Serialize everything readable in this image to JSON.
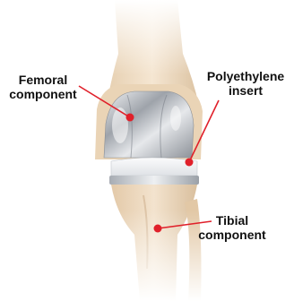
{
  "labels": {
    "femoral": {
      "line1": "Femoral",
      "line2": "component"
    },
    "polyethylene": {
      "line1": "Polyethylene",
      "line2": "insert"
    },
    "tibial": {
      "line1": "Tibial",
      "line2": "component"
    }
  },
  "colors": {
    "pointer": "#e0202a",
    "bone": "#ecd8bd",
    "metal": "#c9ccd0",
    "insert": "#f4f5f6"
  }
}
